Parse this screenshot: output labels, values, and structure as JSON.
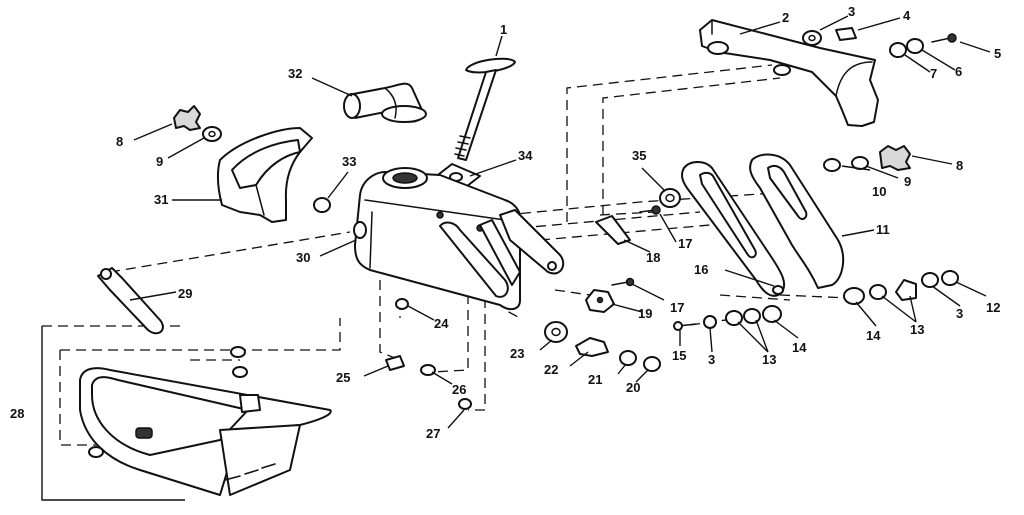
{
  "diagram": {
    "callouts": {
      "c1": "1",
      "c2": "2",
      "c3a": "3",
      "c4": "4",
      "c5": "5",
      "c6": "6",
      "c7": "7",
      "c8a": "8",
      "c8b": "8",
      "c9a": "9",
      "c9b": "9",
      "c10": "10",
      "c11": "11",
      "c12": "12",
      "c13a": "13",
      "c13b": "13",
      "c3b": "3",
      "c3c": "3",
      "c14a": "14",
      "c14b": "14",
      "c15": "15",
      "c16": "16",
      "c17a": "17",
      "c17b": "17",
      "c18": "18",
      "c19": "19",
      "c20": "20",
      "c21": "21",
      "c22": "22",
      "c23": "23",
      "c24": "24",
      "c25": "25",
      "c26": "26",
      "c27": "27",
      "c28": "28",
      "c29": "29",
      "c30": "30",
      "c31": "31",
      "c32": "32",
      "c33": "33",
      "c34": "34",
      "c35": "35"
    },
    "icons": {
      "knob": "star-knob-icon",
      "washer": "washer-icon",
      "screw": "screw-icon"
    }
  }
}
